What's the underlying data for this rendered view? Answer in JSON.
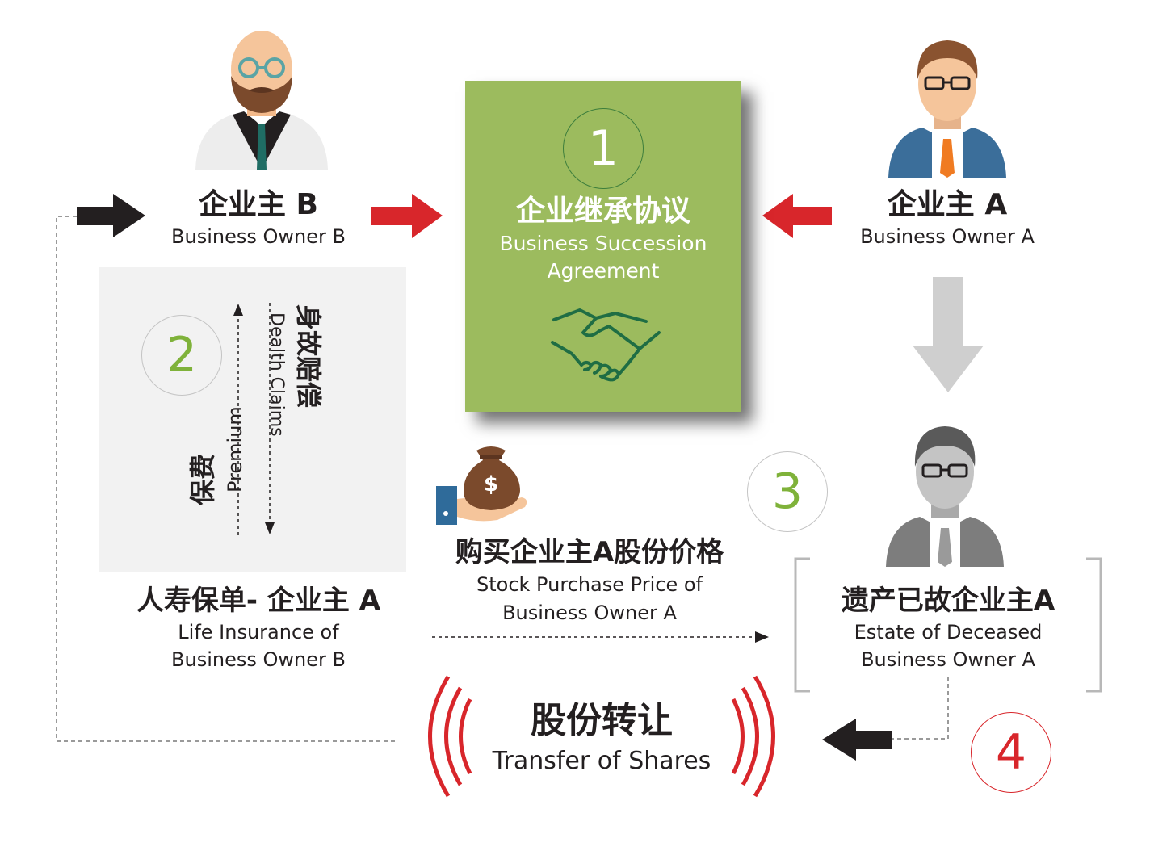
{
  "colors": {
    "green": "#9cbb5e",
    "dark_green": "#3d7e3c",
    "red": "#d8262b",
    "dark": "#231f20",
    "gray_arrow": "#cfcfcf",
    "number_green": "#7fb23a",
    "number_red": "#d8262b"
  },
  "steps": {
    "one": "1",
    "two": "2",
    "three": "3",
    "four": "4"
  },
  "agreement": {
    "title_zh": "企业继承协议",
    "title_en_line1": "Business Succession",
    "title_en_line2": "Agreement",
    "icon": "handshake-icon"
  },
  "owner_b": {
    "label_zh": "企业主 B",
    "label_en": "Business Owner B",
    "icon": "bald-bearded-man-avatar"
  },
  "owner_a": {
    "label_zh": "企业主 A",
    "label_en": "Business Owner A",
    "icon": "man-with-glasses-avatar"
  },
  "insurance": {
    "premium_zh": "保费",
    "premium_en": "Premium",
    "claims_zh": "身故赔偿",
    "claims_en": "Dealth Claims",
    "policy_zh": "人寿保单- 企业主 A",
    "policy_en_line1": "Life Insurance of",
    "policy_en_line2": "Business Owner B"
  },
  "purchase": {
    "label_zh": "购买企业主A股份价格",
    "label_en_line1": "Stock Purchase Price of",
    "label_en_line2": "Business Owner A",
    "icon": "money-bag-icon"
  },
  "estate": {
    "label_zh": "遗产已故企业主A",
    "label_en_line1": "Estate of Deceased",
    "label_en_line2": "Business Owner A",
    "icon": "deceased-man-gray-avatar"
  },
  "transfer": {
    "label_zh": "股份转让",
    "label_en": "Transfer of Shares"
  }
}
